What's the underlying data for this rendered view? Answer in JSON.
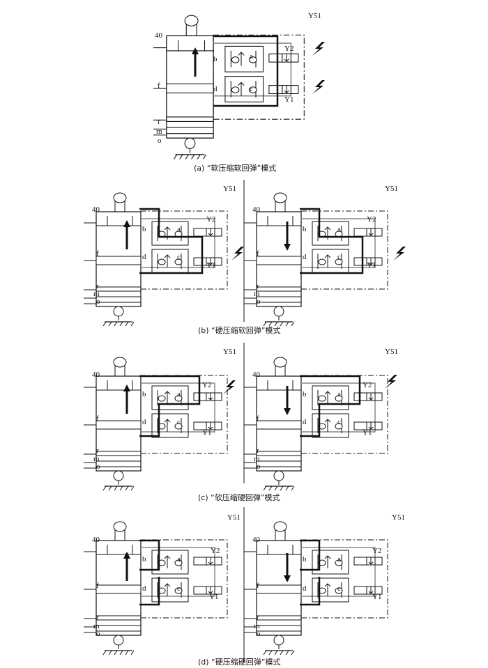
{
  "labels": {
    "stroke_40": "40",
    "pos_f": "f",
    "pos_r": "r",
    "pos_m": "m",
    "pos_o": "o",
    "valve_block": "Y51",
    "solenoid_upper": "Y2",
    "solenoid_lower": "Y1",
    "port_a": "a",
    "port_b": "b",
    "port_c": "c",
    "port_d": "d"
  },
  "captions": {
    "a": "(a)  “软压缩软回弹”模式",
    "b": "(b)  “硬压缩软回弹”模式",
    "c": "(c)  “软压缩硬回弹”模式",
    "d": "(d)  “硬压缩硬回弹”模式"
  },
  "panels": [
    {
      "id": "a",
      "direction": "up",
      "y2_energized": true,
      "y1_energized": true
    },
    {
      "id": "b1",
      "direction": "up",
      "y2_energized": false,
      "y1_energized": true
    },
    {
      "id": "b2",
      "direction": "down",
      "y2_energized": false,
      "y1_energized": true
    },
    {
      "id": "c1",
      "direction": "up",
      "y2_energized": true,
      "y1_energized": false
    },
    {
      "id": "c2",
      "direction": "down",
      "y2_energized": true,
      "y1_energized": false
    },
    {
      "id": "d1",
      "direction": "up",
      "y2_energized": false,
      "y1_energized": false
    },
    {
      "id": "d2",
      "direction": "down",
      "y2_energized": false,
      "y1_energized": false
    }
  ],
  "colors": {
    "line": "#111111",
    "grey": "#888888",
    "background": "#ffffff"
  }
}
